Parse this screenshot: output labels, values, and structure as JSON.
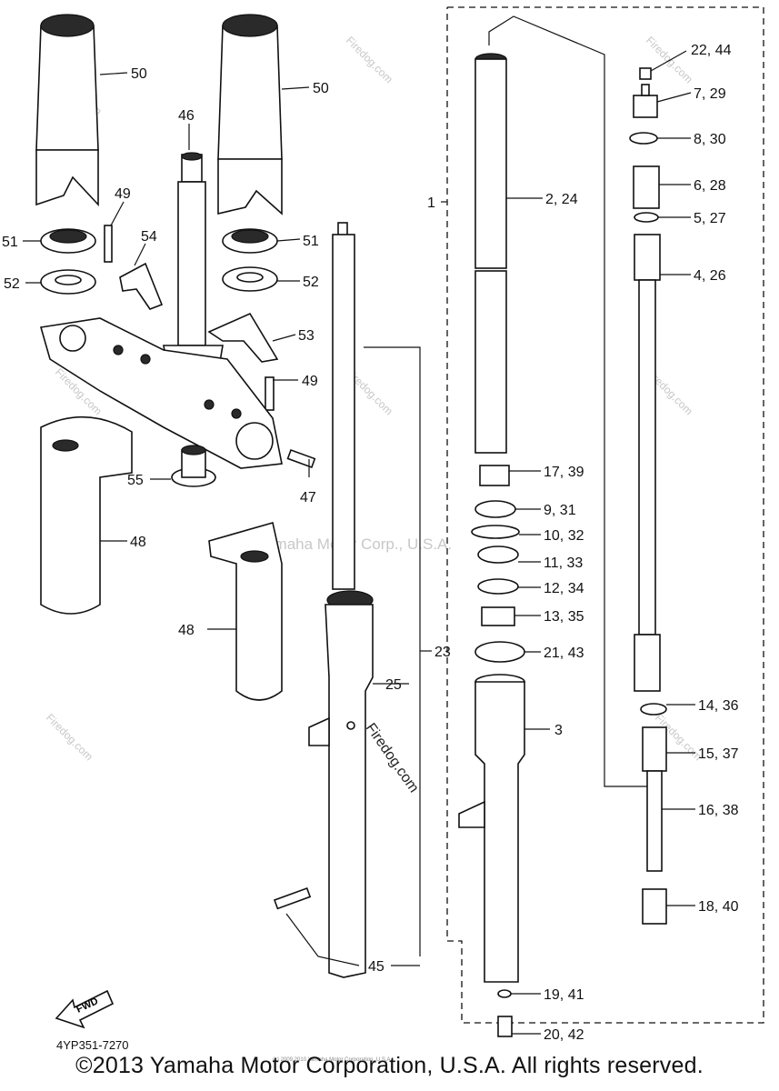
{
  "diagram": {
    "code": "4YP351-7270",
    "copyright": "©2013 Yamaha Motor Corporation, U.S.A. All rights reserved.",
    "small_print": "(c) 2009 2010 Yamaha Motor Corporation, U.S.A.",
    "watermark_center": "Yamaha Motor Corp., U.S.A.",
    "watermark_site": "Firedog.com",
    "fwd_label": "FWD",
    "callouts": {
      "c1": "1",
      "c2_24": "2, 24",
      "c3": "3",
      "c4_26": "4, 26",
      "c5_27": "5, 27",
      "c6_28": "6, 28",
      "c7_29": "7, 29",
      "c8_30": "8, 30",
      "c9_31": "9, 31",
      "c10_32": "10, 32",
      "c11_33": "11, 33",
      "c12_34": "12, 34",
      "c13_35": "13, 35",
      "c14_36": "14, 36",
      "c15_37": "15, 37",
      "c16_38": "16, 38",
      "c17_39": "17, 39",
      "c18_40": "18, 40",
      "c19_41": "19, 41",
      "c20_42": "20, 42",
      "c21_43": "21, 43",
      "c22_44": "22, 44",
      "c23": "23",
      "c25": "25",
      "c45": "45",
      "c46": "46",
      "c47": "47",
      "c48a": "48",
      "c48b": "48",
      "c49a": "49",
      "c49b": "49",
      "c50a": "50",
      "c50b": "50",
      "c51a": "51",
      "c51b": "51",
      "c52a": "52",
      "c52b": "52",
      "c53": "53",
      "c54": "54",
      "c55": "55"
    }
  }
}
